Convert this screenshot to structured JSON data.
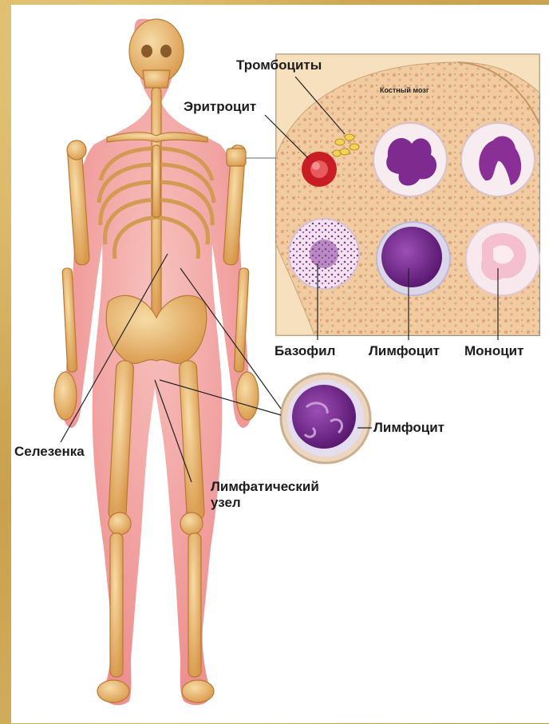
{
  "labels": {
    "platelets": "Тромбоциты",
    "erythrocyte": "Эритроцит",
    "bone_marrow": "Костный мозг",
    "basophil": "Базофил",
    "lymphocyte_marrow": "Лимфоцит",
    "monocyte": "Моноцит",
    "lymphocyte_node": "Лимфоцит",
    "spleen": "Селезенка",
    "lymph_node_line1": "Лимфатический",
    "lymph_node_line2": "узел"
  },
  "colors": {
    "background": "#c9a24a",
    "body_skin": "#f2a0a0",
    "bone": "#e8b56a",
    "marrow_tissue": "#efc79c",
    "red_cell": "#d4202a",
    "nucleus_purple": "#7a2a8c",
    "leader_line": "#222222"
  }
}
